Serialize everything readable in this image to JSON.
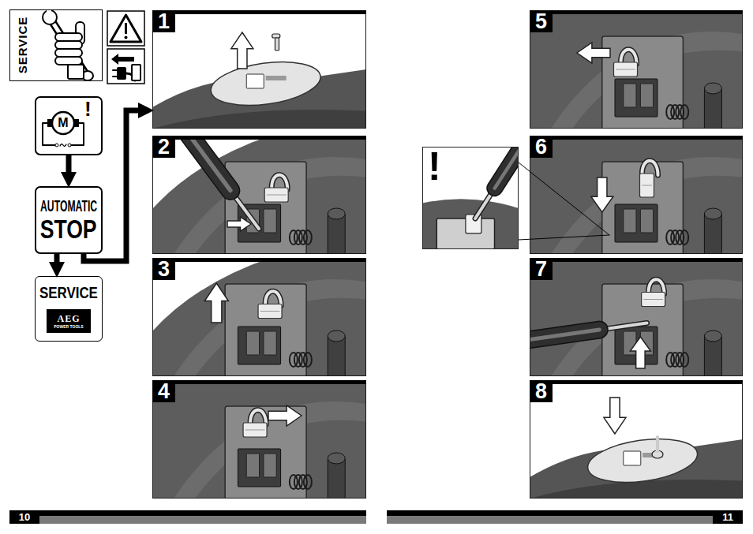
{
  "diagram": {
    "nodes": [
      {
        "text": [
          "SERVICE"
        ]
      },
      {
        "text": [
          "M",
          "!"
        ]
      },
      {
        "text": [
          "AUTOMATIC",
          "STOP"
        ]
      },
      {
        "text": [
          "SERVICE",
          "AEG",
          "POWER TOOLS"
        ]
      },
      {
        "text": [
          "1"
        ]
      },
      {
        "text": [
          "2"
        ]
      },
      {
        "text": [
          "3"
        ]
      },
      {
        "text": [
          "4"
        ]
      },
      {
        "text": [
          "5"
        ]
      },
      {
        "text": [
          "6"
        ]
      },
      {
        "text": [
          "7"
        ]
      },
      {
        "text": [
          "8"
        ]
      },
      {
        "text": [
          "!"
        ]
      }
    ],
    "edges": [
      {
        "from": 1,
        "to": 2,
        "arrow": "to"
      },
      {
        "from": 2,
        "to": 3,
        "arrow": "to"
      },
      {
        "from": 2,
        "to": 4,
        "arrow": "to"
      },
      {
        "from": 12,
        "to": 9,
        "arrow": "none"
      }
    ],
    "labels": [
      "10",
      "11"
    ]
  }
}
